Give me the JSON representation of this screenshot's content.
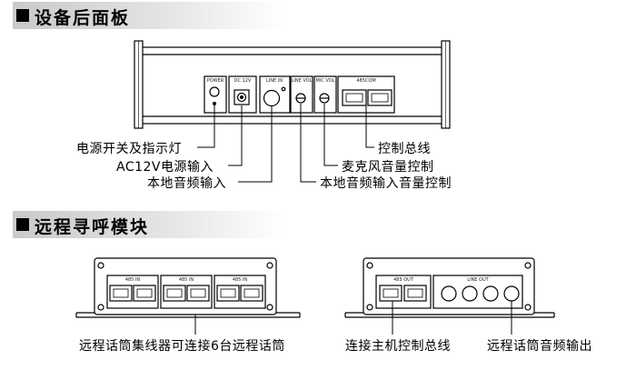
{
  "sections": {
    "rear_panel": {
      "title": "设备后面板"
    },
    "remote_paging": {
      "title": "远程寻呼模块"
    }
  },
  "rear_panel": {
    "ports": {
      "power": "POWER",
      "dc": "DC 12V",
      "line_in": "LINE IN",
      "line_vol": "LINE VOL",
      "mic_vol": "MIC VOL",
      "rs485": "485COM"
    },
    "callouts": {
      "power_switch": "电源开关及指示灯",
      "dc_input": "AC12V电源输入",
      "line_input": "本地音频输入",
      "bus": "控制总线",
      "mic_vol": "麦克风音量控制",
      "line_vol": "本地音频输入音量控制"
    }
  },
  "remote_paging": {
    "hub_ports": {
      "in1": "485 IN",
      "in2": "485 IN",
      "in3": "485 IN"
    },
    "out_ports": {
      "out": "485 OUT",
      "line_out": "LINE OUT"
    },
    "captions": {
      "hub": "远程话筒集线器可连接6台远程话筒",
      "host_bus": "连接主机控制总线",
      "audio_out": "远程话筒音频输出"
    }
  }
}
